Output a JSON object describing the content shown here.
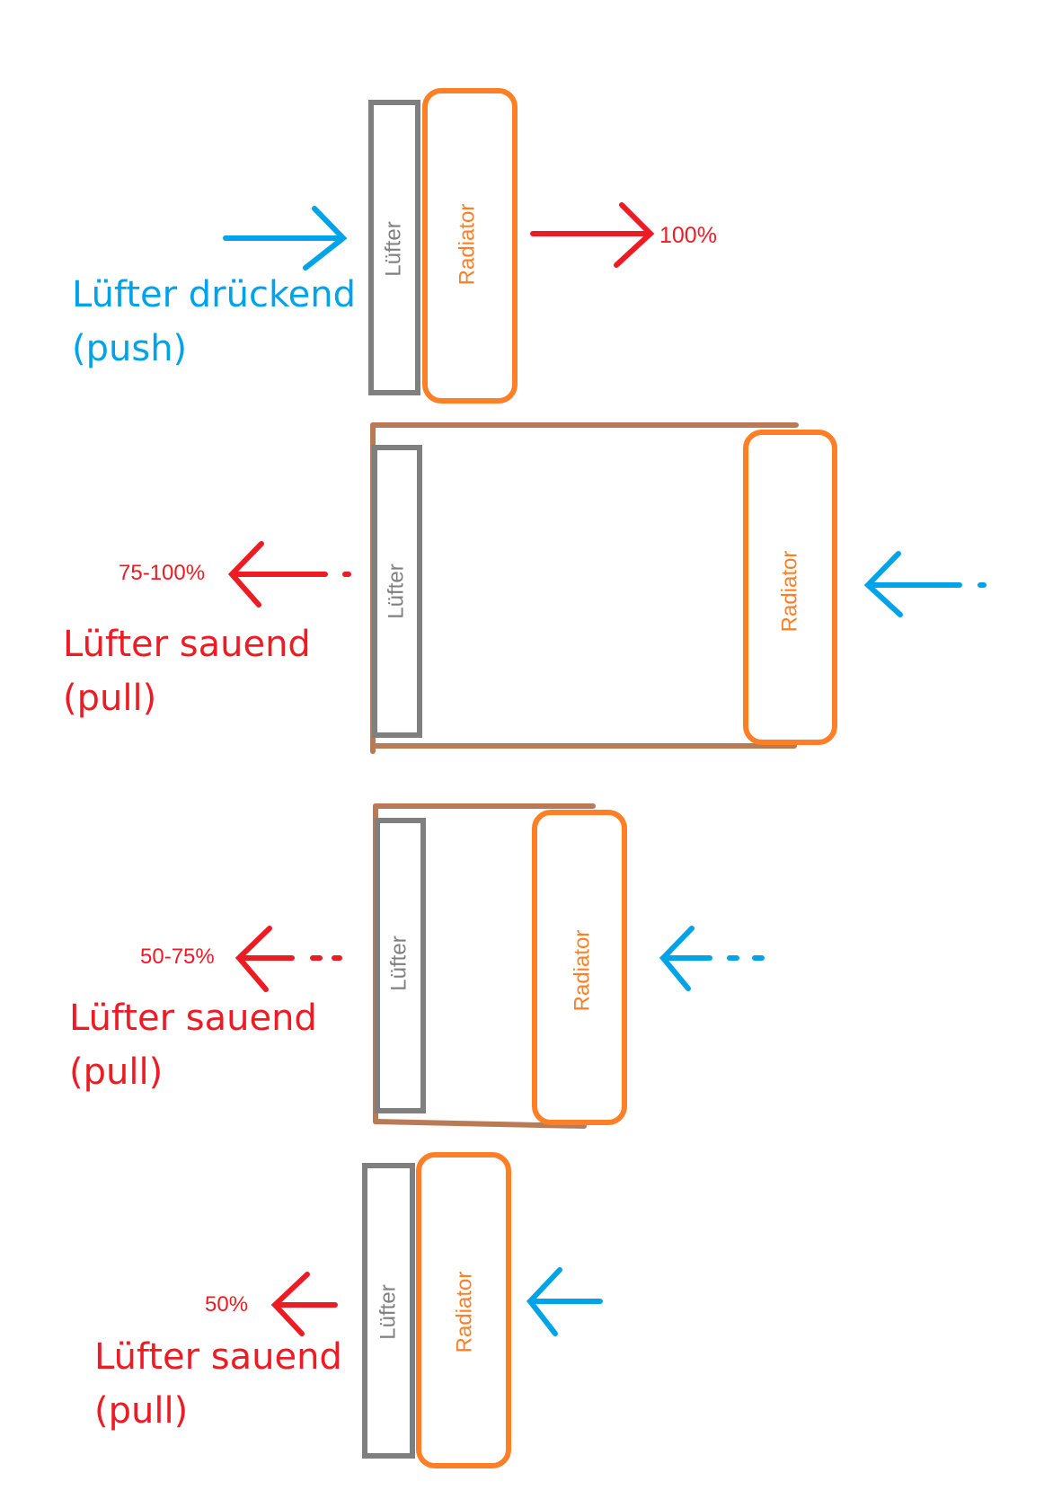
{
  "colors": {
    "fan": "#7f7f7f",
    "radiator": "#ff7f27",
    "shroud": "#b97a57",
    "intake": "#00a2e8",
    "exhaust": "#ed1c24"
  },
  "panels": [
    {
      "fan_label": "Lüfter",
      "radiator_label": "Radiator",
      "airflow_percent": "100%",
      "mode_line1": "Lüfter drückend",
      "mode_line2": "(push)"
    },
    {
      "fan_label": "Lüfter",
      "radiator_label": "Radiator",
      "airflow_percent": "75-100%",
      "mode_line1": "Lüfter sauend",
      "mode_line2": "(pull)"
    },
    {
      "fan_label": "Lüfter",
      "radiator_label": "Radiator",
      "airflow_percent": "50-75%",
      "mode_line1": "Lüfter sauend",
      "mode_line2": "(pull)"
    },
    {
      "fan_label": "Lüfter",
      "radiator_label": "Radiator",
      "airflow_percent": "50%",
      "mode_line1": "Lüfter sauend",
      "mode_line2": "(pull)"
    }
  ]
}
